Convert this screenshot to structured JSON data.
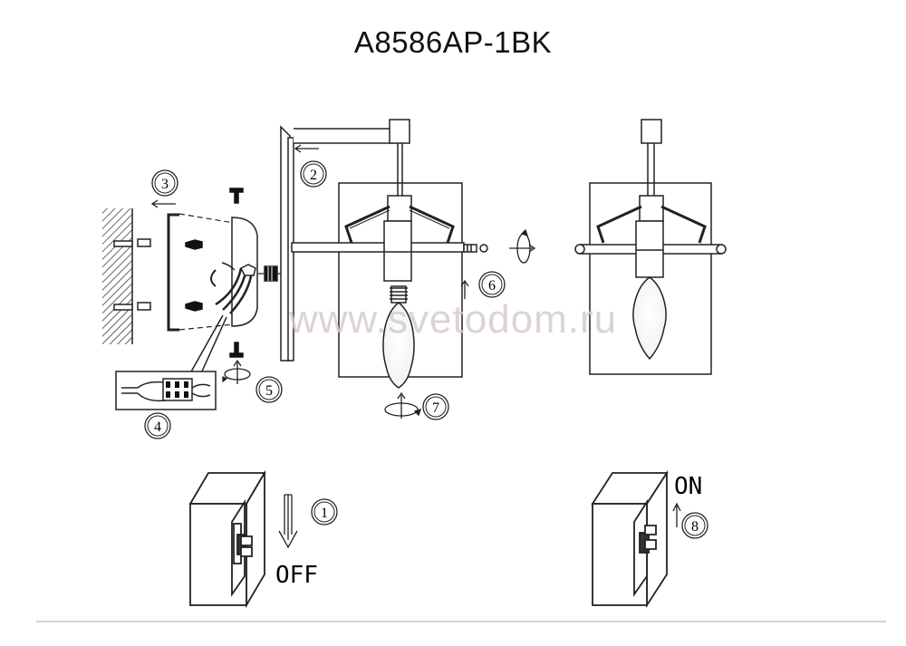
{
  "title": "A8586AP-1BK",
  "watermark": "www.svetodom.ru",
  "steps": [
    "1",
    "2",
    "3",
    "4",
    "5",
    "6",
    "7",
    "8"
  ],
  "switch_off_label": "OFF",
  "switch_on_label": "ON"
}
